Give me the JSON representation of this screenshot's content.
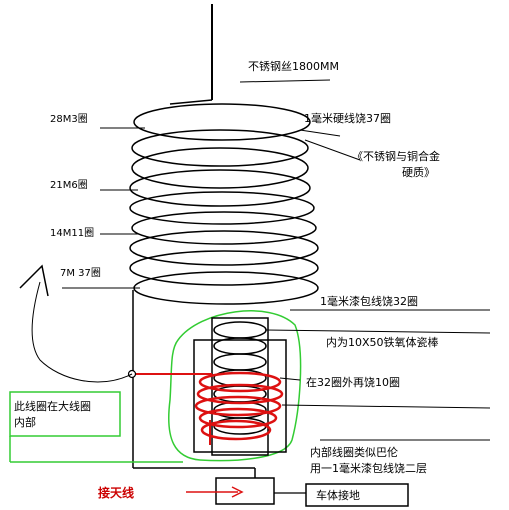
{
  "labels": {
    "wire_top": "不锈钢丝1800MM",
    "coil_28m3": "28M3圈",
    "coil_1mm_37": "1毫米硬线饶37圈",
    "material_note_1": "《不锈钢与铜合金",
    "material_note_2": "硬质》",
    "coil_21m6": "21M6圈",
    "coil_14m11": "14M11圈",
    "coil_7m37": "7M 37圈",
    "inner_32": "1毫米漆包线饶32圈",
    "ferrite": "内为10X50铁氧体瓷棒",
    "outer_10": "在32圈外再饶10圈",
    "inside_note_1": "此线圈在大线圈",
    "inside_note_2": "内部",
    "balun_1": "内部线圈类似巴伦",
    "balun_2": "用一1毫米漆包线饶二层",
    "antenna": "接天线",
    "ground": "车体接地"
  },
  "colors": {
    "wire": "#000000",
    "red_coil": "#dd1111",
    "green_outline": "#33cc33",
    "antenna_text": "#cc0000"
  }
}
